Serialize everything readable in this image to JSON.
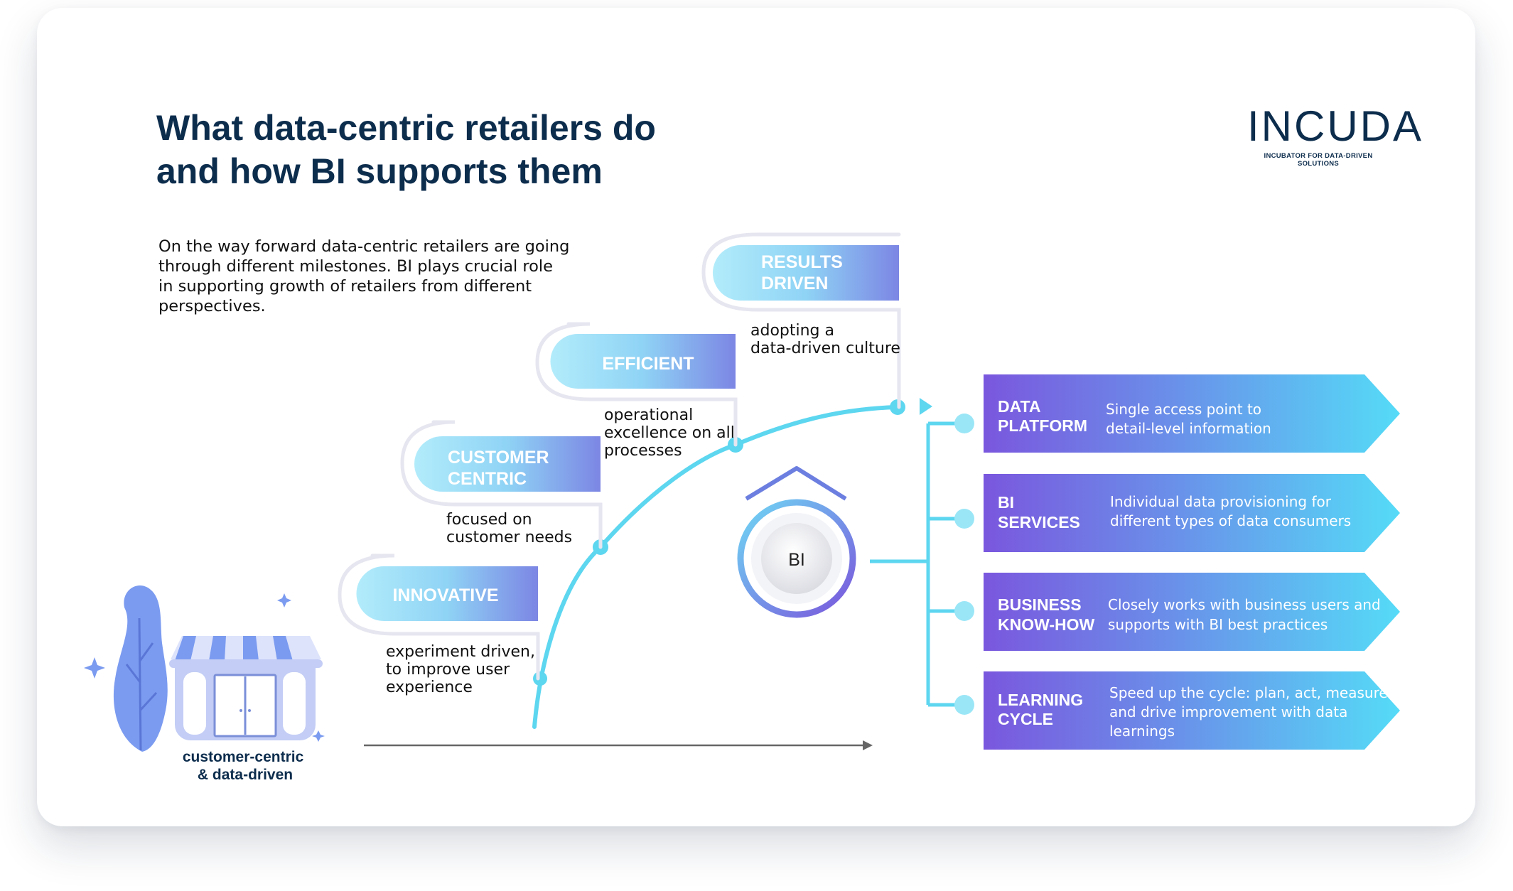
{
  "title": "What data-centric retailers do\nand how BI supports them",
  "intro": "On the way forward data-centric retailers are going through different milestones. BI plays crucial role in supporting growth of retailers from different perspectives.",
  "logo": {
    "word": "INCUDA",
    "tagline": "INCUBATOR FOR DATA-DRIVEN SOLUTIONS"
  },
  "milestones": [
    {
      "lines": [
        "INNOVATIVE"
      ],
      "desc": [
        "experiment driven,",
        "to improve user",
        "experience"
      ]
    },
    {
      "lines": [
        "CUSTOMER",
        "CENTRIC"
      ],
      "desc": [
        "focused on",
        "customer needs"
      ]
    },
    {
      "lines": [
        "EFFICIENT"
      ],
      "desc": [
        "operational",
        "excellence on all",
        "processes"
      ]
    },
    {
      "lines": [
        "RESULTS",
        "DRIVEN"
      ],
      "desc": [
        "adopting a",
        "data-driven culture"
      ]
    }
  ],
  "store": {
    "label1": "customer-centric",
    "label2": "& data-driven"
  },
  "bi": {
    "label": "BI"
  },
  "bi_services": [
    {
      "title": [
        "DATA",
        "PLATFORM"
      ],
      "desc": [
        "Single access point to",
        "detail-level information"
      ]
    },
    {
      "title": [
        "BI",
        "SERVICES"
      ],
      "desc": [
        "Individual data provisioning for",
        "different types of data consumers"
      ]
    },
    {
      "title": [
        "BUSINESS",
        "KNOW-HOW"
      ],
      "desc": [
        "Closely works with business users and",
        "supports with BI best practices"
      ]
    },
    {
      "title": [
        "LEARNING",
        "CYCLE"
      ],
      "desc": [
        "Speed up the cycle: plan, act, measure",
        "and drive improvement with data",
        "learnings"
      ]
    }
  ],
  "colors": {
    "navy": "#0d2d4d",
    "cyan": "#5dd6f0",
    "pill_start": "#a8e9fa",
    "pill_end": "#7a8fe6",
    "banner_start": "#7b5ce0",
    "banner_end": "#5ad8f6",
    "store_blue": "#7b9bf0"
  }
}
